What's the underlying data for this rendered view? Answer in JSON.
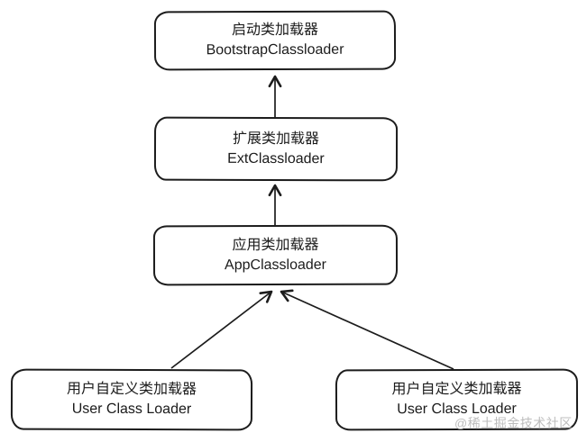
{
  "diagram": {
    "title_hint": "Java classloader delegation hierarchy",
    "colors": {
      "background": "#ffffff",
      "node_border": "#1c1c1c",
      "node_fill": "#ffffff",
      "text": "#1c1c1c",
      "arrow": "#1c1c1c",
      "watermark": "#bdbdbd"
    },
    "nodes": [
      {
        "id": "bootstrap",
        "title": "启动类加载器",
        "subtitle": "BootstrapClassloader"
      },
      {
        "id": "ext",
        "title": "扩展类加载器",
        "subtitle": "ExtClassloader"
      },
      {
        "id": "app",
        "title": "应用类加载器",
        "subtitle": "AppClassloader"
      },
      {
        "id": "user-left",
        "title": "用户自定义类加载器",
        "subtitle": "User Class Loader"
      },
      {
        "id": "user-right",
        "title": "用户自定义类加载器",
        "subtitle": "User Class Loader"
      }
    ],
    "edges": [
      {
        "from": "ext",
        "to": "bootstrap",
        "style": "straight-up-arrow"
      },
      {
        "from": "app",
        "to": "ext",
        "style": "straight-up-arrow"
      },
      {
        "from": "user-left",
        "to": "app",
        "style": "diagonal-up-arrow"
      },
      {
        "from": "user-right",
        "to": "app",
        "style": "diagonal-up-arrow"
      }
    ]
  },
  "watermark": {
    "text": "@稀土掘金技术社区"
  }
}
